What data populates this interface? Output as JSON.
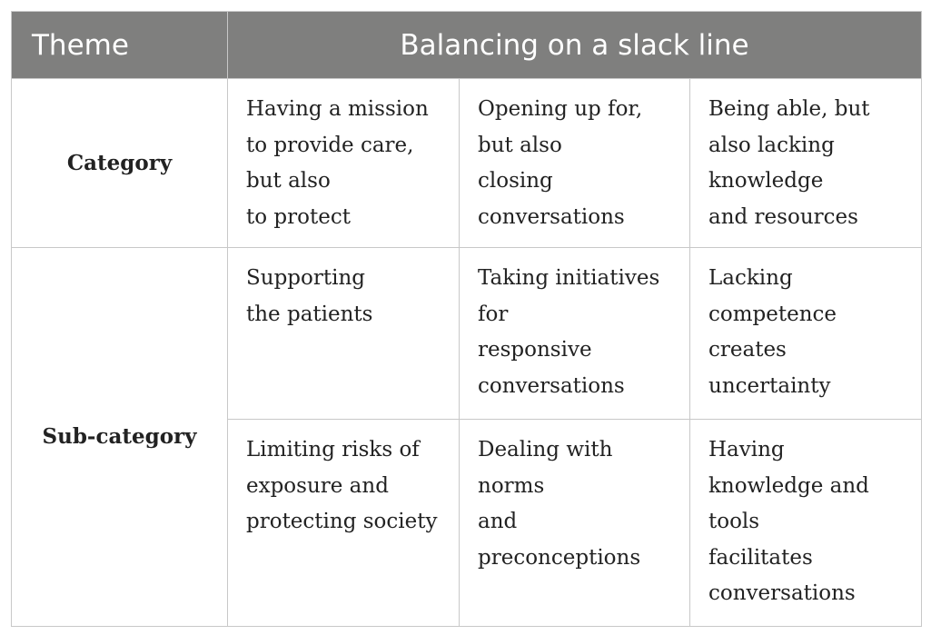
{
  "header": {
    "theme_label": "Theme",
    "theme_value": "Balancing on a slack line"
  },
  "rows": {
    "category_label": "Category",
    "subcategory_label": "Sub-category"
  },
  "categories": [
    {
      "lines": [
        "Having a mission",
        "to provide care,",
        "but also",
        "to protect"
      ],
      "subcategories": [
        {
          "lines": [
            "Supporting",
            "the patients"
          ]
        },
        {
          "lines": [
            "Limiting risks of",
            "exposure and",
            "protecting society"
          ]
        }
      ]
    },
    {
      "lines": [
        "Opening up for,",
        "but also",
        "closing",
        "conversations"
      ],
      "subcategories": [
        {
          "lines": [
            "Taking initiatives",
            "for",
            "responsive",
            "conversations"
          ]
        },
        {
          "lines": [
            "Dealing with",
            "norms",
            "and",
            "preconceptions"
          ]
        }
      ]
    },
    {
      "lines": [
        "Being able, but",
        "also lacking",
        "knowledge",
        "and resources"
      ],
      "subcategories": [
        {
          "lines": [
            "Lacking",
            "competence",
            "creates",
            "uncertainty"
          ]
        },
        {
          "lines": [
            "Having",
            "knowledge and",
            "tools",
            "facilitates",
            "conversations"
          ]
        }
      ]
    }
  ]
}
